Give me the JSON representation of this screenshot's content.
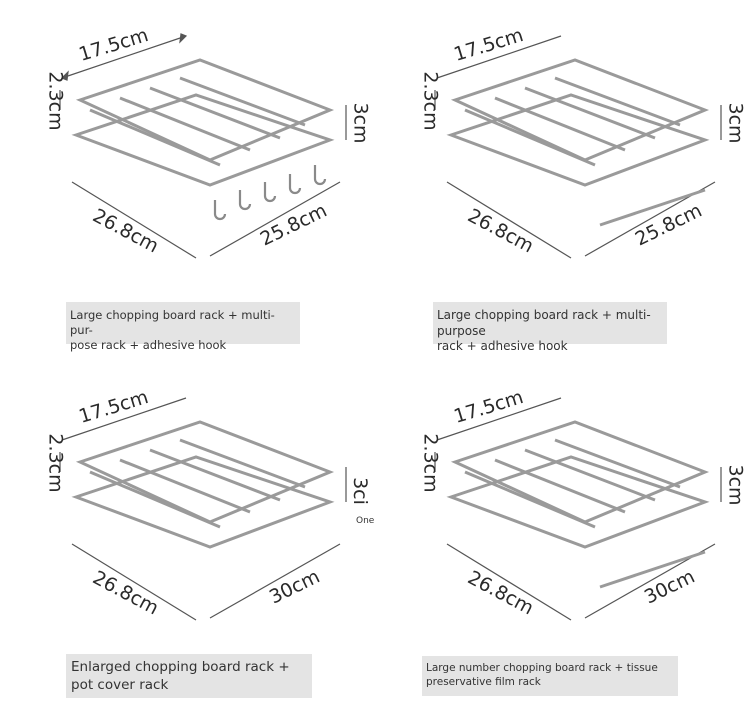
{
  "panels": [
    {
      "dims": {
        "top": "17.5cm",
        "left": "2.3cm",
        "right": "3cm",
        "bottom_left": "26.8cm",
        "bottom_right": "25.8cm"
      },
      "caption_lines": [
        "Large chopping board rack + multi-pur-",
        "pose rack + adhesive hook"
      ]
    },
    {
      "dims": {
        "top": "17.5cm",
        "left": "2.3cm",
        "right": "3cm",
        "bottom_left": "26.8cm",
        "bottom_right": "25.8cm"
      },
      "caption_lines": [
        "Large chopping board rack + multi-purpose",
        "rack + adhesive hook"
      ]
    },
    {
      "dims": {
        "top": "17.5cm",
        "left": "2.3cm",
        "right": "3ci",
        "right_note": "One",
        "bottom_left": "26.8cm",
        "bottom_right": "30cm"
      },
      "caption_lines": [
        "Enlarged chopping board rack +",
        "pot cover rack"
      ]
    },
    {
      "dims": {
        "top": "17.5cm",
        "left": "2.3cm",
        "right": "3cm",
        "bottom_left": "26.8cm",
        "bottom_right": "30cm"
      },
      "caption_lines": [
        "Large number chopping board rack + tissue",
        "preservative film rack"
      ]
    }
  ]
}
